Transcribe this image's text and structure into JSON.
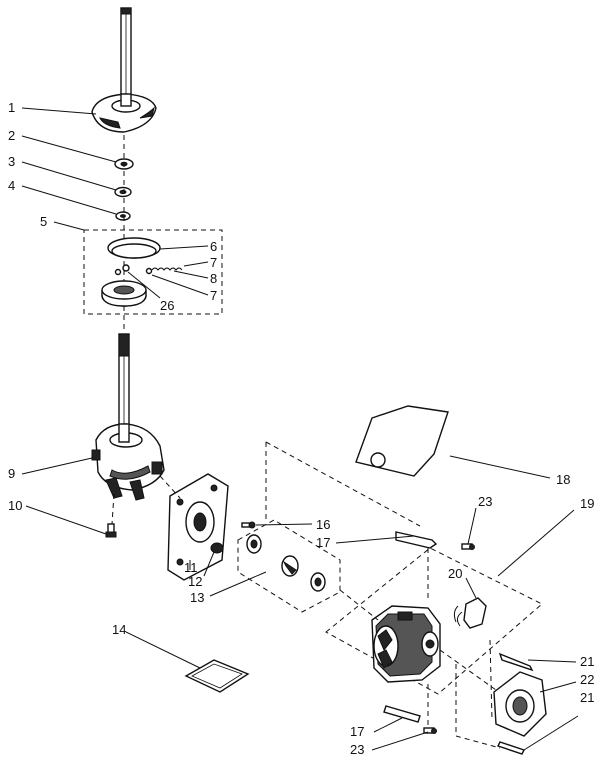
{
  "callouts": [
    {
      "id": "c1",
      "text": "1"
    },
    {
      "id": "c2",
      "text": "2"
    },
    {
      "id": "c3",
      "text": "3"
    },
    {
      "id": "c4",
      "text": "4"
    },
    {
      "id": "c5",
      "text": "5"
    },
    {
      "id": "c6",
      "text": "6"
    },
    {
      "id": "c7a",
      "text": "7"
    },
    {
      "id": "c8",
      "text": "8"
    },
    {
      "id": "c7b",
      "text": "7"
    },
    {
      "id": "c26",
      "text": "26"
    },
    {
      "id": "c9",
      "text": "9"
    },
    {
      "id": "c10",
      "text": "10"
    },
    {
      "id": "c11",
      "text": "11"
    },
    {
      "id": "c12",
      "text": "12"
    },
    {
      "id": "c13",
      "text": "13"
    },
    {
      "id": "c14",
      "text": "14"
    },
    {
      "id": "c16",
      "text": "16"
    },
    {
      "id": "c17a",
      "text": "17"
    },
    {
      "id": "c18",
      "text": "18"
    },
    {
      "id": "c19",
      "text": "19"
    },
    {
      "id": "c20",
      "text": "20"
    },
    {
      "id": "c21a",
      "text": "21"
    },
    {
      "id": "c22",
      "text": "22"
    },
    {
      "id": "c21b",
      "text": "21"
    },
    {
      "id": "c23a",
      "text": "23"
    },
    {
      "id": "c17b",
      "text": "17"
    },
    {
      "id": "c23b",
      "text": "23"
    }
  ]
}
